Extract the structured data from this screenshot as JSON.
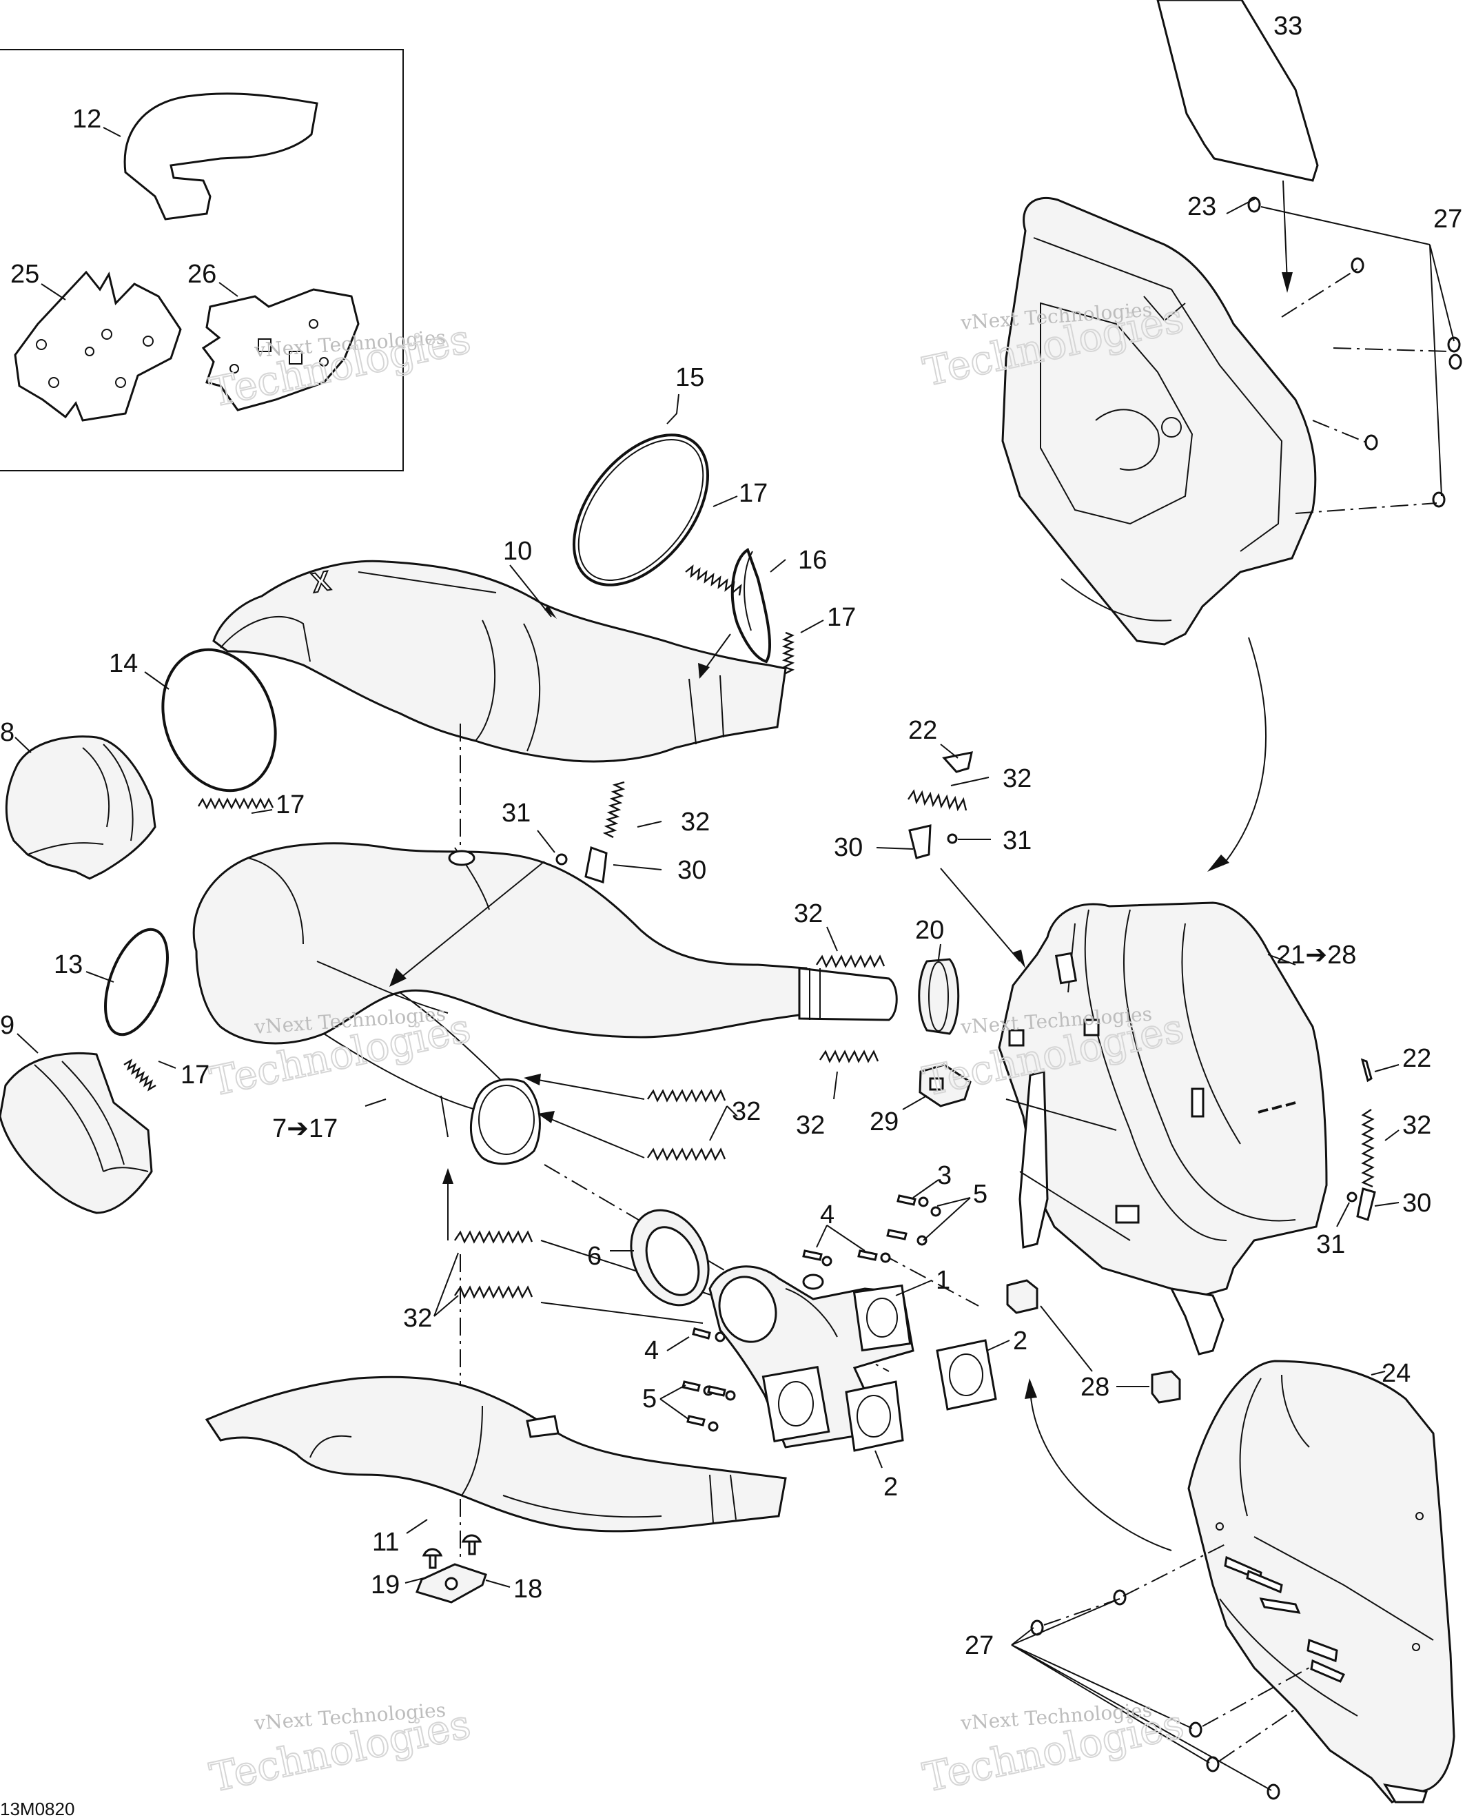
{
  "diagram_id": "13M0820",
  "watermark": {
    "small_text": "vNext Technologies",
    "large_text": "Technologies"
  },
  "callouts": [
    {
      "key": "c33",
      "text": "33"
    },
    {
      "key": "c23",
      "text": "23"
    },
    {
      "key": "c27a",
      "text": "27"
    },
    {
      "key": "c12",
      "text": "12"
    },
    {
      "key": "c25",
      "text": "25"
    },
    {
      "key": "c26",
      "text": "26"
    },
    {
      "key": "c15",
      "text": "15"
    },
    {
      "key": "c17a",
      "text": "17"
    },
    {
      "key": "c10",
      "text": "10"
    },
    {
      "key": "c16",
      "text": "16"
    },
    {
      "key": "c17b",
      "text": "17"
    },
    {
      "key": "c14",
      "text": "14"
    },
    {
      "key": "c8",
      "text": "8"
    },
    {
      "key": "c17c",
      "text": "17"
    },
    {
      "key": "c22a",
      "text": "22"
    },
    {
      "key": "c32a",
      "text": "32"
    },
    {
      "key": "c31a",
      "text": "31"
    },
    {
      "key": "c32b",
      "text": "32"
    },
    {
      "key": "c30a",
      "text": "30"
    },
    {
      "key": "c31b",
      "text": "31"
    },
    {
      "key": "c30b",
      "text": "30"
    },
    {
      "key": "c32c",
      "text": "32"
    },
    {
      "key": "c20",
      "text": "20"
    },
    {
      "key": "c21",
      "text": "21➔28"
    },
    {
      "key": "c13",
      "text": "13"
    },
    {
      "key": "c9",
      "text": "9"
    },
    {
      "key": "c17d",
      "text": "17"
    },
    {
      "key": "c32d",
      "text": "32"
    },
    {
      "key": "c29",
      "text": "29"
    },
    {
      "key": "c22b",
      "text": "22"
    },
    {
      "key": "c32e",
      "text": "32"
    },
    {
      "key": "c7",
      "text": "7➔17"
    },
    {
      "key": "c32f",
      "text": "32"
    },
    {
      "key": "c3",
      "text": "3"
    },
    {
      "key": "c5a",
      "text": "5"
    },
    {
      "key": "c30c",
      "text": "30"
    },
    {
      "key": "c31c",
      "text": "31"
    },
    {
      "key": "c4a",
      "text": "4"
    },
    {
      "key": "c6",
      "text": "6"
    },
    {
      "key": "c1",
      "text": "1"
    },
    {
      "key": "c32g",
      "text": "32"
    },
    {
      "key": "c2a",
      "text": "2"
    },
    {
      "key": "c4b",
      "text": "4"
    },
    {
      "key": "c5b",
      "text": "5"
    },
    {
      "key": "c28",
      "text": "28"
    },
    {
      "key": "c24",
      "text": "24"
    },
    {
      "key": "c2b",
      "text": "2"
    },
    {
      "key": "c11",
      "text": "11"
    },
    {
      "key": "c19",
      "text": "19"
    },
    {
      "key": "c18",
      "text": "18"
    },
    {
      "key": "c27b",
      "text": "27"
    }
  ]
}
